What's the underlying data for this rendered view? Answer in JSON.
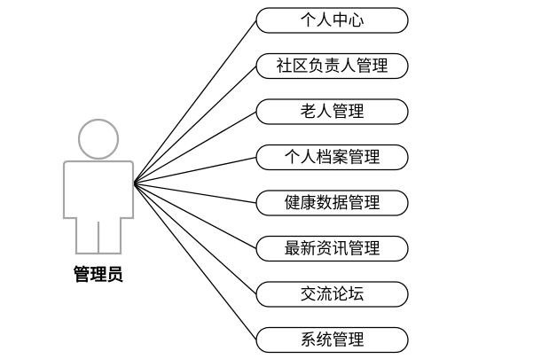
{
  "actor": {
    "label": "管理员",
    "icon": "person-icon"
  },
  "use_cases": [
    {
      "id": "personal-center",
      "label": "个人中心"
    },
    {
      "id": "community-manager-management",
      "label": "社区负责人管理"
    },
    {
      "id": "elderly-management",
      "label": "老人管理"
    },
    {
      "id": "personal-file-management",
      "label": "个人档案管理"
    },
    {
      "id": "health-data-management",
      "label": "健康数据管理"
    },
    {
      "id": "latest-news-management",
      "label": "最新资讯管理"
    },
    {
      "id": "forum",
      "label": "交流论坛"
    },
    {
      "id": "system-management",
      "label": "系统管理"
    }
  ],
  "colors": {
    "line": "#000000",
    "actor_outline": "#a6a6a6",
    "background": "#ffffff"
  }
}
